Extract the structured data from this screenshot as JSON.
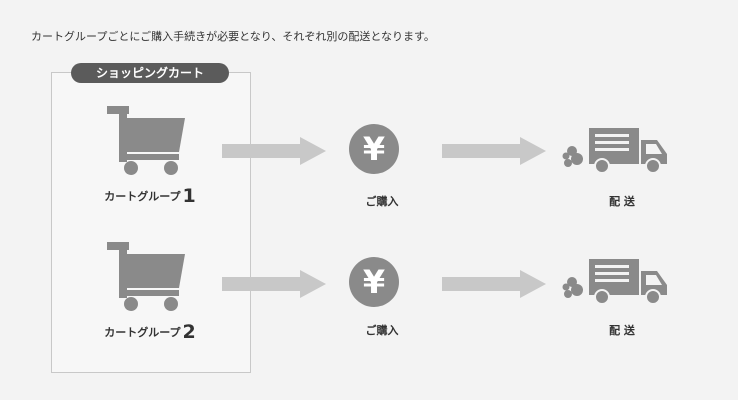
{
  "intro_text": "カートグループごとにご購入手続きが必要となり、それぞれ別の配送となります。",
  "cart_tab_label": "ショッピングカート",
  "groups": [
    {
      "label": "カートグループ",
      "number": "1"
    },
    {
      "label": "カートグループ",
      "number": "2"
    }
  ],
  "purchase_symbol": "¥",
  "purchase_label": "ご購入",
  "delivery_label": "配 送",
  "colors": {
    "background": "#f3f3f3",
    "icon_gray": "#8a8a8a",
    "arrow_gray": "#c8c8c8",
    "tab_dark": "#5b5b5b"
  },
  "icons": [
    "shopping-cart-icon",
    "yen-icon",
    "delivery-truck-icon",
    "arrow-right-icon"
  ]
}
